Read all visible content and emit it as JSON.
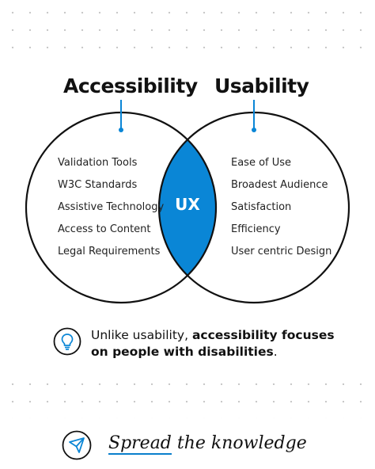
{
  "left_circle": {
    "title": "Accessibility",
    "items": [
      "Validation Tools",
      "W3C Standards",
      "Assistive Technology",
      "Access to Content",
      "Legal Requirements"
    ]
  },
  "right_circle": {
    "title": "Usability",
    "items": [
      "Ease of Use",
      "Broadest Audience",
      "Satisfaction",
      "Efficiency",
      "User centric Design"
    ]
  },
  "intersection": {
    "label": "UX",
    "color": "#0a86d6"
  },
  "note": {
    "text_plain": "Unlike usability, ",
    "text_bold_1": "accessibility focuses",
    "text_bold_2": "on people with disabilities",
    "text_end": "."
  },
  "footer": {
    "text_underlined": "Spread",
    "text_rest": " the knowledge"
  },
  "colors": {
    "accent": "#0a86d6",
    "stroke": "#111111"
  },
  "icons": {
    "note_icon": "lightbulb-icon",
    "footer_icon": "paper-plane-icon"
  }
}
